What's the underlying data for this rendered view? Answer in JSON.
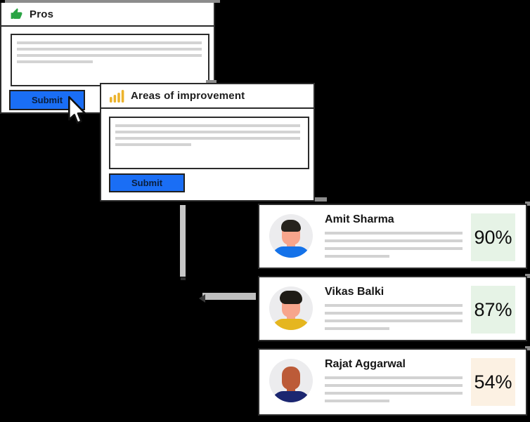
{
  "pros_card": {
    "title": "Pros",
    "submit_label": "Submit"
  },
  "improvement_card": {
    "title": "Areas of improvement",
    "submit_label": "Submit"
  },
  "reviewers": [
    {
      "name": "Amit Sharma",
      "score": "90%",
      "badge_color": "#e6f3e6",
      "shirt_color": "#1472e9",
      "skin_color": "#f7a58c",
      "hair_color": "#26231d"
    },
    {
      "name": "Vikas Balki",
      "score": "87%",
      "badge_color": "#e6f3e6",
      "shirt_color": "#e5b61f",
      "skin_color": "#f7a58c",
      "hair_color": "#1f1c16"
    },
    {
      "name": "Rajat Aggarwal",
      "score": "54%",
      "badge_color": "#fcf1e3",
      "shirt_color": "#1b2670",
      "skin_color": "#bc5b38"
    }
  ],
  "icons": {
    "pros_icon": "thumbs-up-icon",
    "improvement_icon": "bar-chart-icon",
    "pointer": "cursor-pointer-icon"
  },
  "colors": {
    "background": "#000000",
    "accent_blue": "#1a6ef5",
    "card_border": "#2b2b2b",
    "success_badge": "#e6f3e6",
    "warning_badge": "#fcf1e3",
    "icon_green": "#2aa444",
    "icon_gold": "#ecb32c",
    "placeholder_gray": "#d3d3d3",
    "connector_gray": "#c6c6c6",
    "shadow_gray": "#8c8c8c"
  }
}
